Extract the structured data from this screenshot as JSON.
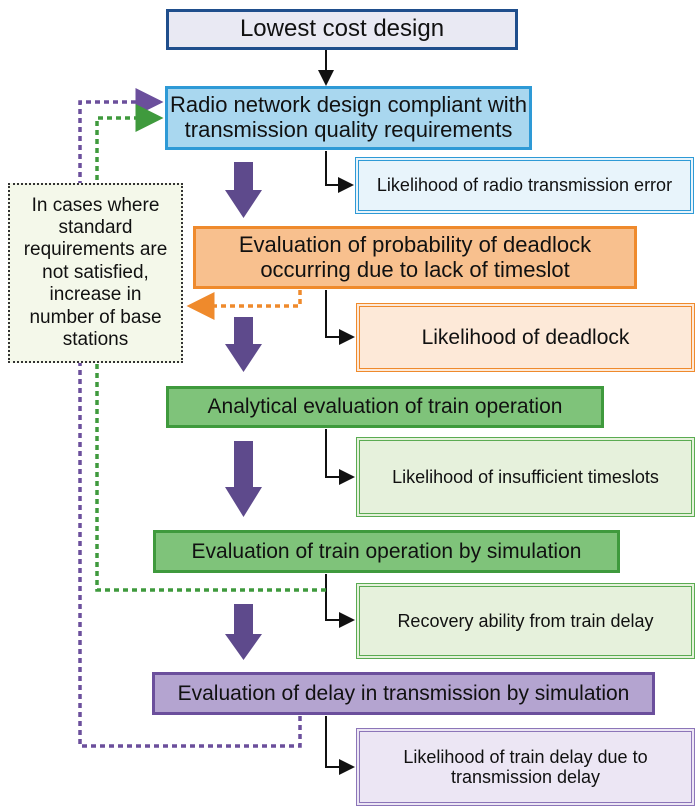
{
  "steps": {
    "lowest": "Lowest cost design",
    "radio": "Radio network design compliant with transmission quality requirements",
    "deadlock": "Evaluation of probability of deadlock occurring due to lack of timeslot",
    "analytical": "Analytical evaluation of train operation",
    "simulation_operation": "Evaluation of train operation by simulation",
    "simulation_delay": "Evaluation of delay in transmission by simulation"
  },
  "results": {
    "radio_error": "Likelihood of radio transmission error",
    "deadlock": "Likelihood of deadlock",
    "timeslots": "Likelihood of insufficient timeslots",
    "recovery": "Recovery ability from train delay",
    "train_delay": "Likelihood of train delay due to transmission delay"
  },
  "note": "In cases where standard requirements are not satisfied, increase in number of base stations",
  "colors": {
    "feedback_purple": "#6b4f9c",
    "feedback_green": "#3f9a3d",
    "feedback_orange": "#ef8a2c",
    "big_arrow": "#5e4a8c"
  }
}
